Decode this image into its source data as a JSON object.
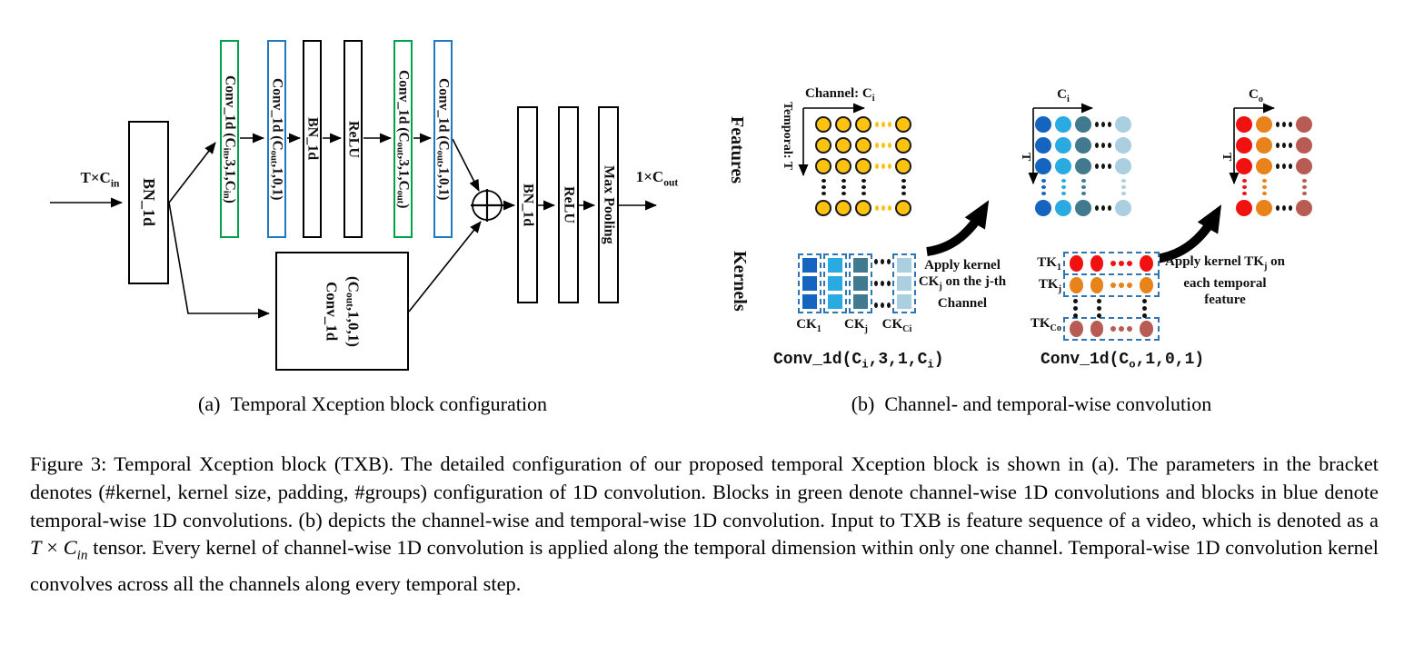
{
  "colors": {
    "green_border": "#00A14B",
    "blue_border": "#1F7AC4",
    "black_border": "#000000",
    "dashed_kernel_border": "#2E75B6",
    "arrow_black": "#000000"
  },
  "figure": {
    "subcaption_a": "(a) Temporal Xception block configuration",
    "subcaption_b": "(b) Channel- and temporal-wise convolution",
    "caption": [
      {
        "t": "Figure 3: Temporal Xception block (TXB). The detailed configuration of our proposed temporal Xception block is shown in (a). The parameters in the bracket denotes (#kernel, kernel size, padding, #groups) configuration of 1D convolution. Blocks in green denote channel-wise 1D convolutions and blocks in blue denote temporal-wise 1D convolutions. (b) depicts the channel-wise and temporal-wise 1D convolution. Input to TXB is feature sequence of a video, which is denoted as a "
      },
      {
        "t": "T",
        "i": 1
      },
      {
        "t": " × "
      },
      {
        "t": "C",
        "i": 1
      },
      {
        "t": "in",
        "sub": 1,
        "i": 1
      },
      {
        "t": " tensor. Every kernel of channel-wise 1D convolution is applied along the temporal dimension within only one channel. Temporal-wise 1D convolution kernel convolves across all the channels along every temporal step."
      }
    ]
  },
  "panel_a": {
    "input_label": [
      {
        "t": "T×C"
      },
      {
        "t": "in",
        "sub": 1
      }
    ],
    "output_label": [
      {
        "t": "1×C"
      },
      {
        "t": "out",
        "sub": 1
      }
    ],
    "input_bn_label": [
      {
        "t": "BN_1d"
      }
    ],
    "bars": [
      {
        "border": "#00A14B",
        "label": [
          {
            "t": "Conv_1d (C"
          },
          {
            "t": "in",
            "sub": 1
          },
          {
            "t": ",3,1,C"
          },
          {
            "t": "in",
            "sub": 1
          },
          {
            "t": ")"
          }
        ]
      },
      {
        "border": "#1F7AC4",
        "label": [
          {
            "t": "Conv_1d (C"
          },
          {
            "t": "out",
            "sub": 1
          },
          {
            "t": ",1,0,1)"
          }
        ]
      },
      {
        "border": "#000000",
        "label": [
          {
            "t": "BN_1d"
          }
        ]
      },
      {
        "border": "#000000",
        "label": [
          {
            "t": "ReLU"
          }
        ]
      },
      {
        "border": "#00A14B",
        "label": [
          {
            "t": "Conv_1d (C"
          },
          {
            "t": "out",
            "sub": 1
          },
          {
            "t": ",3,1,C"
          },
          {
            "t": "out",
            "sub": 1
          },
          {
            "t": ")"
          }
        ]
      },
      {
        "border": "#1F7AC4",
        "label": [
          {
            "t": "Conv_1d (C"
          },
          {
            "t": "out",
            "sub": 1
          },
          {
            "t": ",1,0,1)"
          }
        ]
      }
    ],
    "shortcut_line1": [
      {
        "t": "Conv_1d"
      }
    ],
    "shortcut_line2": [
      {
        "t": "(C"
      },
      {
        "t": "out",
        "sub": 1
      },
      {
        "t": ",1,0,1)"
      }
    ],
    "out_bn_label": [
      {
        "t": "BN_1d"
      }
    ],
    "out_relu_label": [
      {
        "t": "ReLU"
      }
    ],
    "out_pool_label": [
      {
        "t": "Max Pooling"
      }
    ]
  },
  "panel_b": {
    "features_label": "Features",
    "kernels_label": "Kernels",
    "channel_axis_label": [
      {
        "t": "Channel: C"
      },
      {
        "t": "i",
        "sub": 1
      }
    ],
    "temporal_axis_label": [
      {
        "t": "Temporal: T"
      }
    ],
    "ci_axis_label": [
      {
        "t": "C"
      },
      {
        "t": "i",
        "sub": 1
      }
    ],
    "co_axis_label": [
      {
        "t": "C"
      },
      {
        "t": "o",
        "sub": 1
      }
    ],
    "t_axis_label_mid": "T",
    "t_axis_label_right": "T",
    "ck_labels": [
      [
        {
          "t": "CK"
        },
        {
          "t": "1",
          "sub": 1
        }
      ],
      [
        {
          "t": "CK"
        },
        {
          "t": "j",
          "sub": 1
        }
      ],
      [
        {
          "t": "CK"
        },
        {
          "t": "Ci",
          "sub": 1
        }
      ]
    ],
    "tk_labels": [
      [
        {
          "t": "TK"
        },
        {
          "t": "1",
          "sub": 1
        }
      ],
      [
        {
          "t": "TK"
        },
        {
          "t": "j",
          "sub": 1
        }
      ],
      [
        {
          "t": "TK"
        },
        {
          "t": "Co",
          "sub": 1
        }
      ]
    ],
    "apply_ck_text": [
      {
        "t": "Apply kernel CK"
      },
      {
        "t": "j",
        "sub": 1
      },
      {
        "t": " on the j-th Channel"
      }
    ],
    "apply_tk_text": [
      {
        "t": "Apply kernel TK"
      },
      {
        "t": "j",
        "sub": 1
      },
      {
        "t": " on each temporal feature"
      }
    ],
    "conv_caption_channelwise": [
      {
        "t": "Conv_1d(C"
      },
      {
        "t": "i",
        "sub": 1
      },
      {
        "t": ",3,1,C"
      },
      {
        "t": "i",
        "sub": 1
      },
      {
        "t": ")"
      }
    ],
    "conv_caption_temporalwise": [
      {
        "t": "Conv_1d(C"
      },
      {
        "t": "o",
        "sub": 1
      },
      {
        "t": ",1,0,1)"
      }
    ],
    "palette": {
      "Y": "#FFC20E",
      "k": "#111111",
      "B1": "#1565C0",
      "B2": "#29ABE2",
      "B3": "#41798F",
      "B4": "#A9CFE0",
      "R": "#F21111",
      "O": "#E8821A",
      "BR": "#B85B54"
    },
    "grids": {
      "features": {
        "cell": 18,
        "gx": 4,
        "gy": 5,
        "stroke": true,
        "rows": [
          [
            "d:Y",
            "d:Y",
            "d:Y",
            "h:Y",
            "d:Y"
          ],
          [
            "d:Y",
            "d:Y",
            "d:Y",
            "h:Y",
            "d:Y"
          ],
          [
            "d:Y",
            "d:Y",
            "d:Y",
            "h:Y",
            "d:Y"
          ],
          [
            "v:k",
            "v:k",
            "v:k",
            "",
            "v:k"
          ],
          [
            "d:Y",
            "d:Y",
            "d:Y",
            "h:Y",
            "d:Y"
          ]
        ]
      },
      "channel_out": {
        "cell": 18,
        "gx": 4,
        "gy": 5,
        "rows": [
          [
            "d:B1",
            "d:B2",
            "d:B3",
            "h:k",
            "d:B4"
          ],
          [
            "d:B1",
            "d:B2",
            "d:B3",
            "h:k",
            "d:B4"
          ],
          [
            "d:B1",
            "d:B2",
            "d:B3",
            "h:k",
            "d:B4"
          ],
          [
            "v:B1",
            "v:B2",
            "v:B3",
            "",
            "v:B4"
          ],
          [
            "d:B1",
            "d:B2",
            "d:B3",
            "h:k",
            "d:B4"
          ]
        ]
      },
      "temporal_out": {
        "cell": 18,
        "gx": 4,
        "gy": 5,
        "rows": [
          [
            "d:R",
            "d:O",
            "h:k",
            "d:BR"
          ],
          [
            "d:R",
            "d:O",
            "h:k",
            "d:BR"
          ],
          [
            "d:R",
            "d:O",
            "h:k",
            "d:BR"
          ],
          [
            "v:R",
            "v:O",
            "",
            "v:BR"
          ],
          [
            "d:R",
            "d:O",
            "h:k",
            "d:BR"
          ]
        ]
      }
    },
    "channel_kernels": {
      "cols": [
        "B1",
        "B2",
        "B3",
        "DOTS",
        "B4"
      ]
    },
    "temporal_kernels": {
      "rows": [
        "R",
        "O",
        "DOTS",
        "BR"
      ]
    }
  }
}
